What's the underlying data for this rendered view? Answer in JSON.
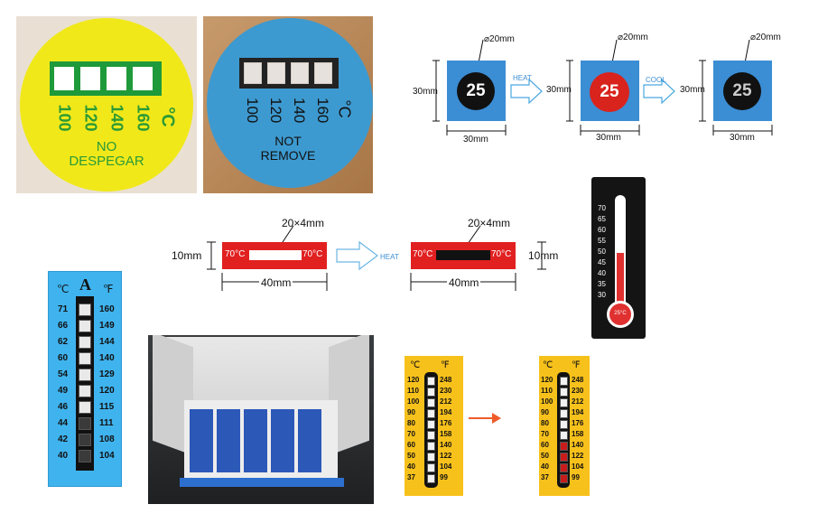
{
  "sticker1": {
    "temps": [
      "100",
      "120",
      "140",
      "160"
    ],
    "unit": "°C",
    "line1": "NO",
    "line2": "DESPEGAR",
    "colors": {
      "bg": "#e9e0d3",
      "disc": "#f1e81a",
      "box": "#1f9a3a",
      "text": "#2a9a35"
    }
  },
  "sticker2": {
    "temps": [
      "100",
      "120",
      "140",
      "160"
    ],
    "unit": "°C",
    "line1": "NOT",
    "line2": "REMOVE",
    "colors": {
      "bg": "#b88858",
      "disc": "#3d9ad0"
    }
  },
  "dot_diagram": {
    "diameter": "20mm",
    "size": "30mm",
    "value": "25",
    "heat": "HEAT",
    "cool": "COOL",
    "colors": {
      "square": "#3b8dd4",
      "black": "#111111",
      "red": "#d9231d"
    }
  },
  "strip_diagram": {
    "window": "20×4mm",
    "height": "10mm",
    "width": "40mm",
    "temp_label": "70°C",
    "heat": "HEAT",
    "colors": {
      "red": "#e12020"
    }
  },
  "thermometer": {
    "scale": [
      "70",
      "65",
      "60",
      "55",
      "50",
      "45",
      "40",
      "35",
      "30"
    ],
    "bulb": "25°C",
    "colors": {
      "bg": "#141414",
      "fill": "#e03030"
    }
  },
  "blue_strip": {
    "c_header": "℃",
    "a_header": "A",
    "f_header": "℉",
    "celsius": [
      "71",
      "66",
      "62",
      "60",
      "54",
      "49",
      "46",
      "44",
      "42",
      "40"
    ],
    "fahrenheit": [
      "160",
      "149",
      "144",
      "140",
      "129",
      "120",
      "115",
      "111",
      "108",
      "104"
    ],
    "colors": {
      "bg": "#3fb3ee"
    }
  },
  "yellow_strip": {
    "c_header": "℃",
    "f_header": "℉",
    "celsius": [
      "120",
      "110",
      "100",
      "90",
      "80",
      "70",
      "60",
      "50",
      "40",
      "37"
    ],
    "fahrenheit": [
      "248",
      "230",
      "212",
      "194",
      "176",
      "158",
      "140",
      "122",
      "104",
      "99"
    ],
    "colors": {
      "bg": "#f7c11c",
      "active": "#c81c1c",
      "arrow": "#f05a2a"
    }
  }
}
